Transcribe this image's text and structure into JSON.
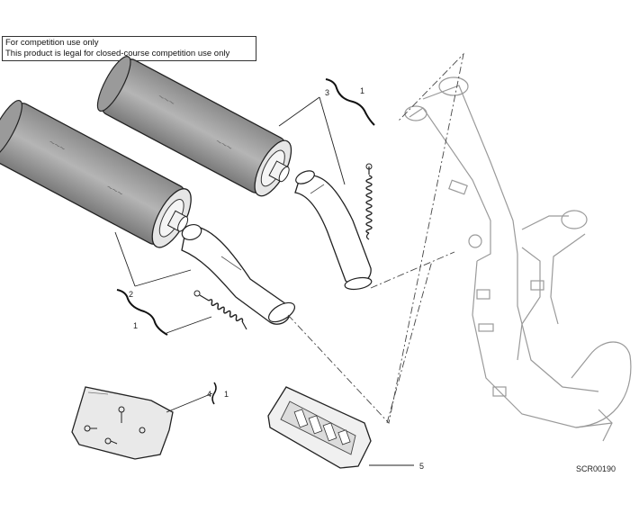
{
  "notice": {
    "line1": "For competition use only",
    "line2": "This product is legal for closed-course competition use only"
  },
  "callouts": {
    "c1_top": "1",
    "c3": "3",
    "c2": "2",
    "c1_left": "1",
    "c4": "4",
    "c1_plate": "1",
    "c5": "5"
  },
  "drawing_code": "SCR00190"
}
